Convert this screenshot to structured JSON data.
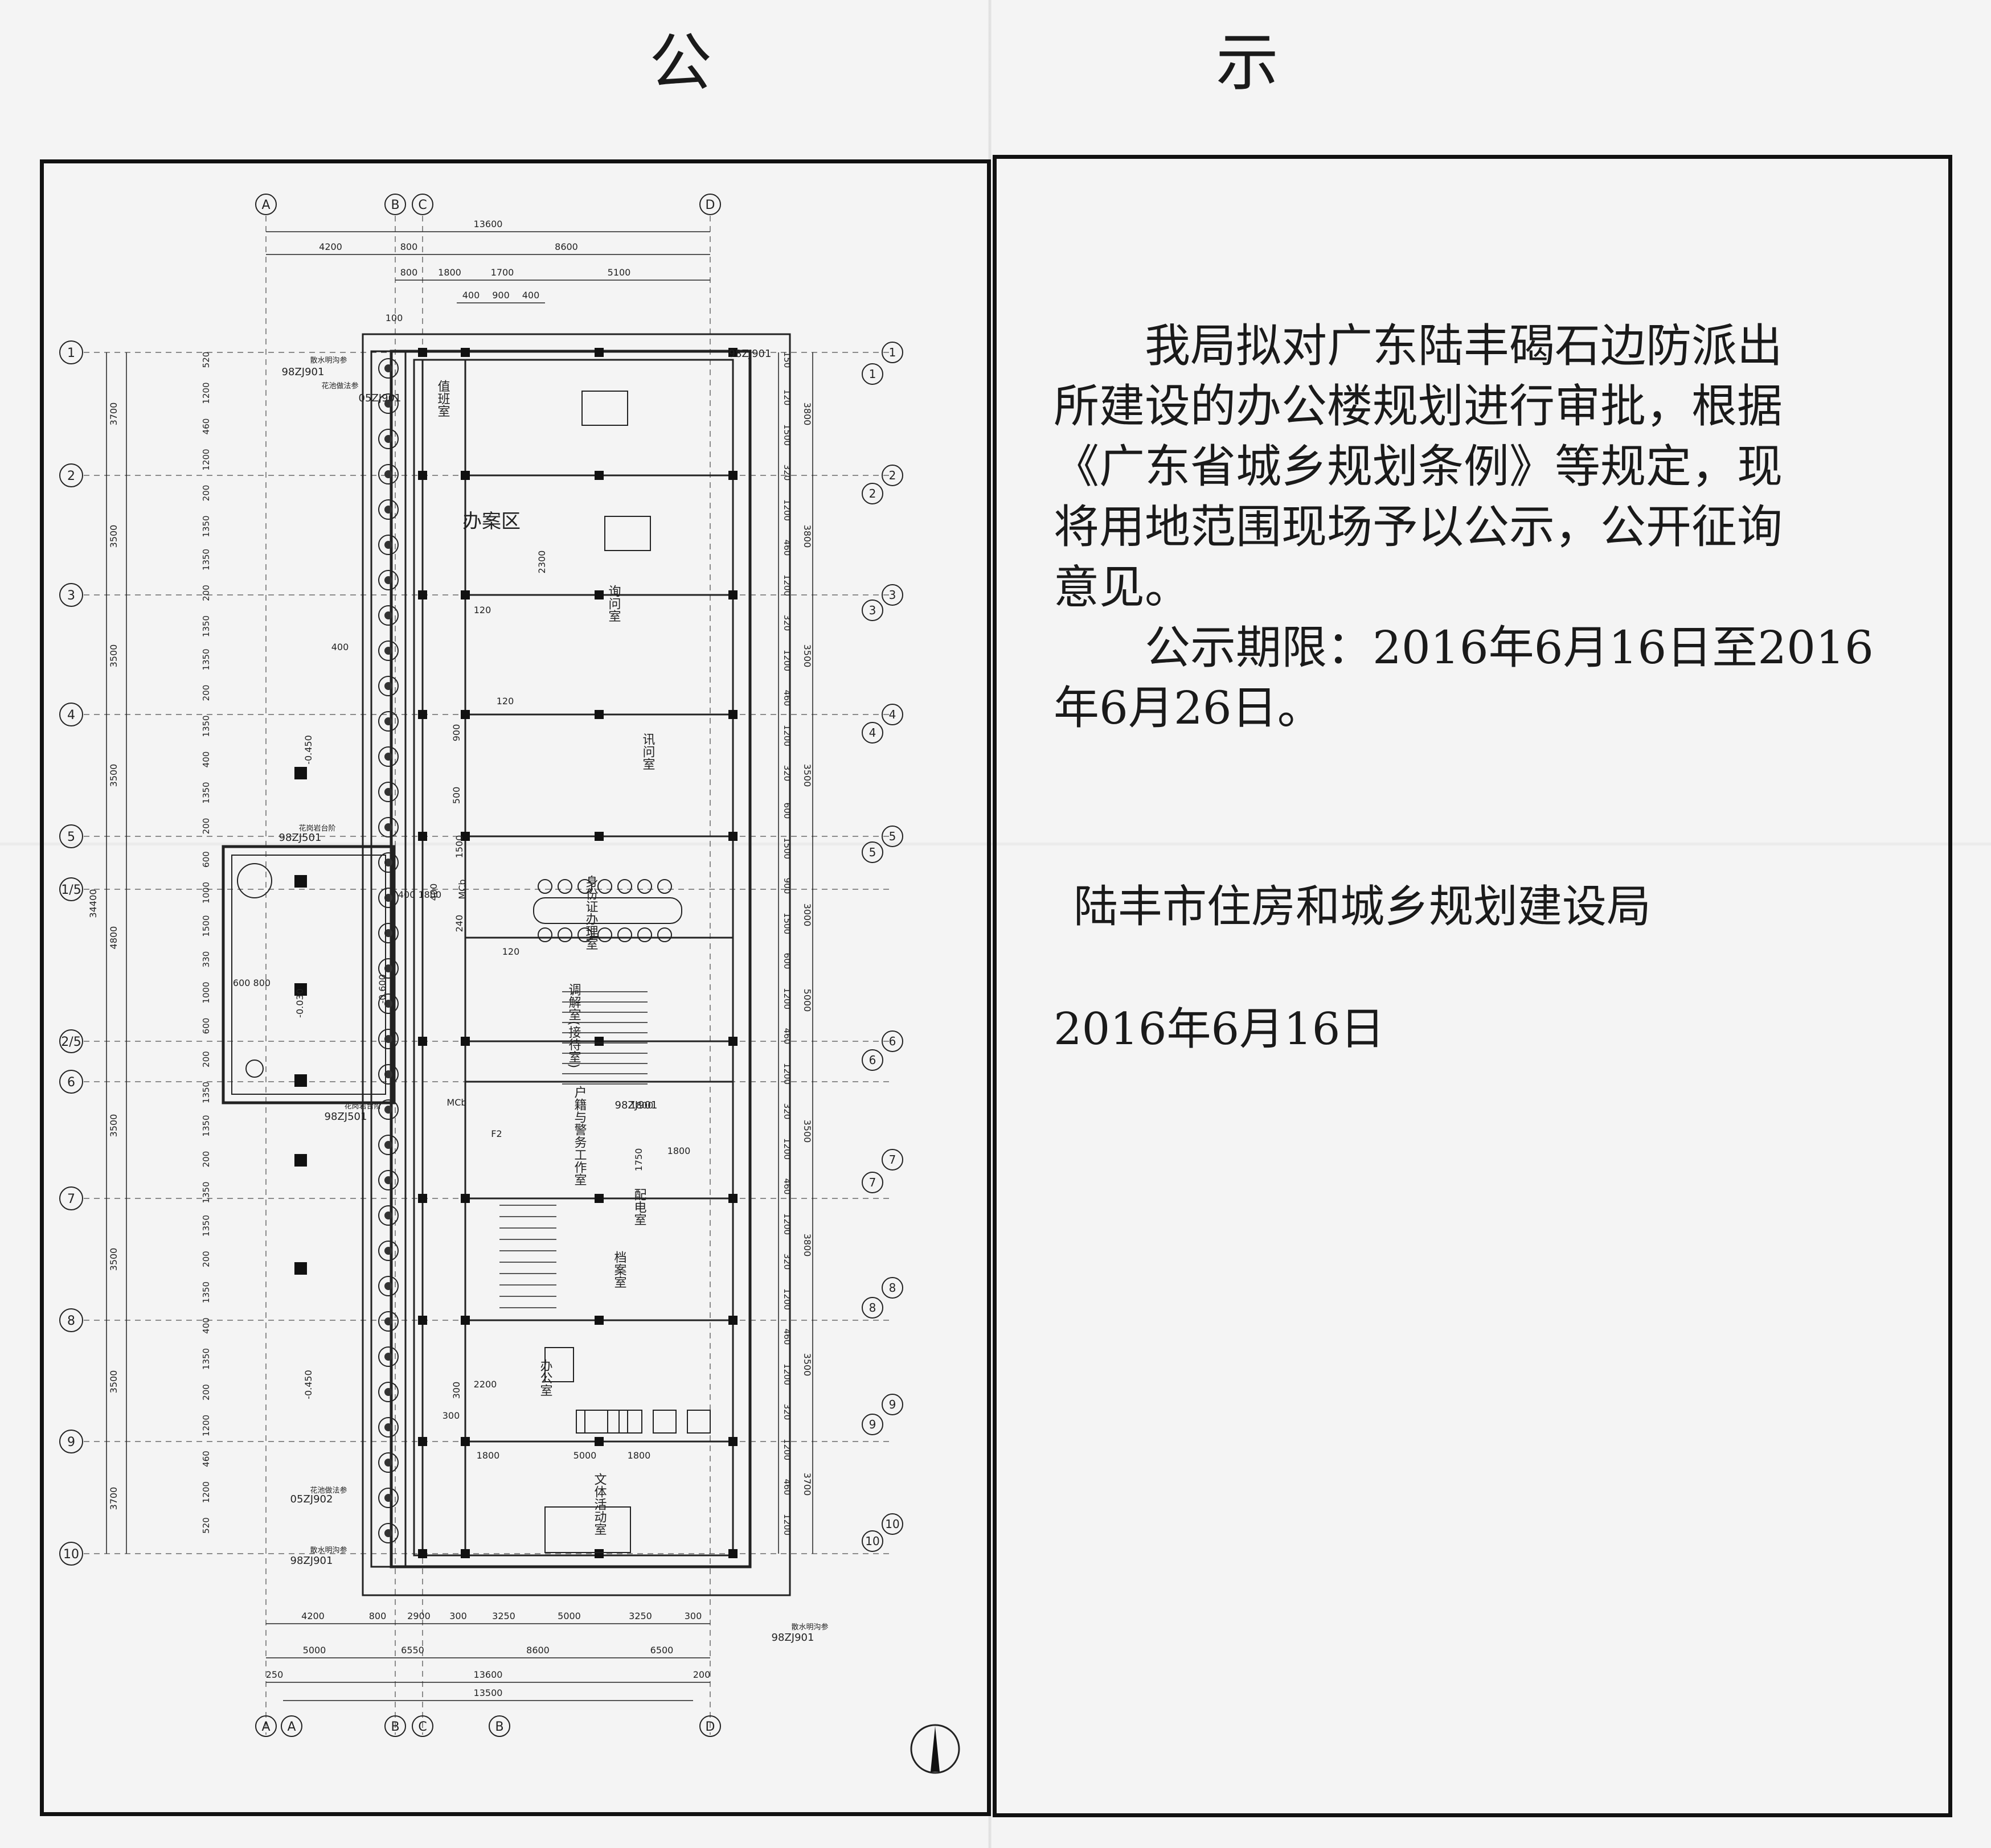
{
  "title": {
    "char1": "公",
    "char2": "示"
  },
  "notice": {
    "lines": [
      "　　我局拟对广东陆丰碣石边防派出",
      "所建设的办公楼规划进行审批，根据",
      "《广东省城乡规划条例》等规定，现",
      "将用地范围现场予以公示，公开征询",
      "意见。",
      "　　公示期限：2016年6月16日至2016",
      "年6月26日。"
    ],
    "signature": "陆丰市住房和城乡规划建设局",
    "date": "2016年6月16日"
  },
  "plan": {
    "axis_top": [
      "A",
      "B",
      "C",
      "D"
    ],
    "axis_bottom": [
      "A",
      "A",
      "B",
      "C",
      "B",
      "D"
    ],
    "rows_left": [
      "1",
      "2",
      "3",
      "4",
      "5",
      "1/5",
      "2/5",
      "6",
      "7",
      "8",
      "9",
      "10"
    ],
    "rows_right": [
      "1",
      "1",
      "2",
      "2",
      "3",
      "3",
      "4",
      "4",
      "5",
      "5",
      "6",
      "6",
      "7",
      "7",
      "8",
      "8",
      "9",
      "9",
      "10",
      "10"
    ],
    "dims_top_total": "13600",
    "dims_top_row2": [
      "4200",
      "800",
      "8600"
    ],
    "dims_top_row3": [
      "800",
      "1800",
      "1700",
      "5100"
    ],
    "dims_top_row4": [
      "400",
      "900",
      "400"
    ],
    "dims_top_100": "100",
    "dims_left_outer": [
      "3700",
      "3500",
      "3500",
      "3500",
      "34400",
      "4800",
      "3500",
      "3500",
      "3500",
      "3700"
    ],
    "dims_left_inner": [
      "520",
      "1200",
      "460",
      "1200",
      "200",
      "1350",
      "1350",
      "200",
      "1350",
      "1350",
      "200",
      "1350",
      "400",
      "1350",
      "200",
      "600",
      "1000",
      "1500",
      "330",
      "1000",
      "600",
      "200",
      "1350",
      "1350",
      "200",
      "1350",
      "1350",
      "200",
      "1350",
      "400",
      "1350",
      "200",
      "1200",
      "460",
      "1200",
      "520"
    ],
    "dims_right_outer": [
      "3800",
      "3800",
      "3500",
      "3500",
      "3000",
      "5000",
      "3500",
      "3800",
      "3500",
      "3700"
    ],
    "dims_right_inner": [
      "150",
      "120",
      "1500",
      "320",
      "1200",
      "460",
      "1200",
      "320",
      "1200",
      "460",
      "1200",
      "320",
      "600",
      "1500",
      "900",
      "1500",
      "600",
      "1200",
      "460",
      "1200",
      "320",
      "1200",
      "460",
      "1200",
      "320",
      "1200",
      "460",
      "1200",
      "320",
      "1200",
      "460",
      "1200"
    ],
    "dims_bottom_row1": [
      "4200",
      "800",
      "2900",
      "300",
      "3250",
      "5000",
      "3250",
      "300"
    ],
    "dims_bottom_row2": [
      "5000",
      "6550",
      "8600",
      "6500"
    ],
    "dims_bottom_row3": [
      "250",
      "13600",
      "200"
    ],
    "dims_bottom_total": "13500",
    "rooms": [
      "值班室",
      "办案区",
      "询问室",
      "讯问室",
      "身份证办理室",
      "调解室(接待室)",
      "户籍与警务工作室",
      "办公室",
      "文体活动室",
      "配电室",
      "档案室"
    ],
    "notes": [
      "98ZJ901",
      "05ZJ901",
      "98ZJ501",
      "98ZJ501",
      "05ZJ902",
      "98ZJ901",
      "98ZJ901",
      "98ZJ901",
      "98ZJ901"
    ],
    "note_labels": [
      "散水明沟参",
      "花池做法参",
      "花岗岩台阶",
      "花岗岩台阶",
      "花池做法参",
      "散水明沟参",
      "散水明沟参"
    ],
    "misc": [
      "-0.450",
      "-0.450",
      "-0.030",
      "-0.600",
      "MCb",
      "MCb",
      "F2",
      "2200",
      "1800",
      "1800",
      "1800",
      "1800",
      "5000",
      "500",
      "900",
      "1500",
      "120",
      "120",
      "400",
      "400",
      "240",
      "120",
      "300",
      "300",
      "2300",
      "1750",
      "600 800",
      "400 1800"
    ]
  }
}
